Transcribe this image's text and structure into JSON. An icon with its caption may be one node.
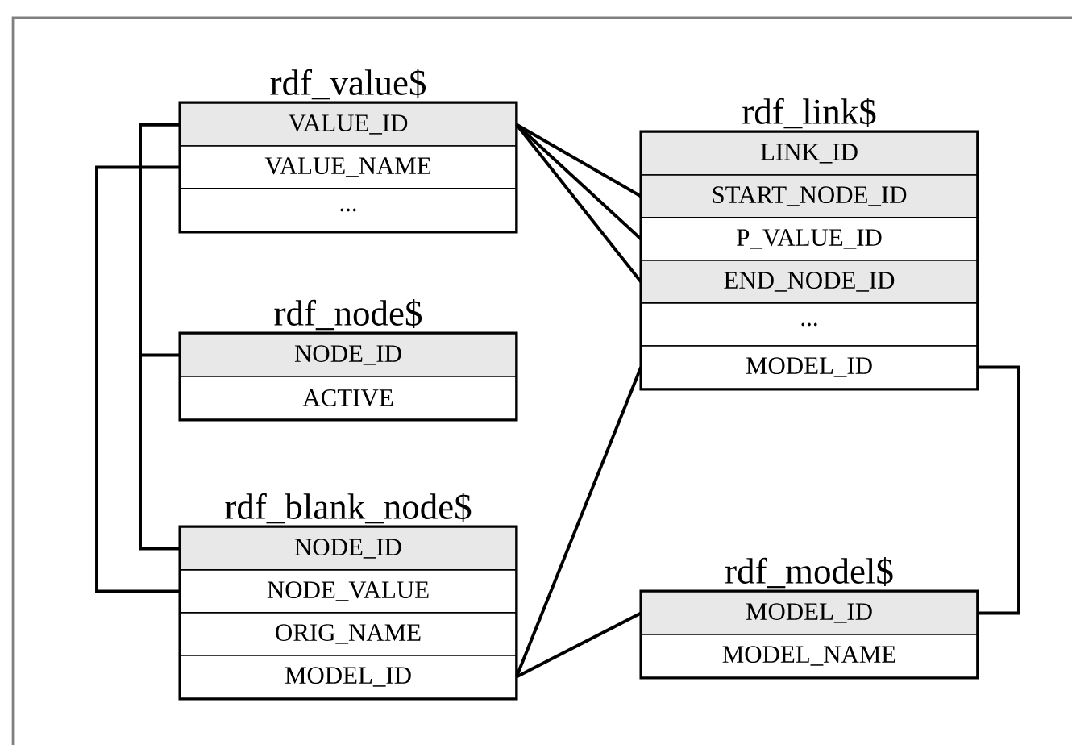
{
  "diagram": {
    "nodes": [
      {
        "text": [
          "rdf_value$"
        ]
      },
      {
        "text": [
          "VALUE_ID"
        ],
        "in": 0
      },
      {
        "text": [
          "VALUE_NAME"
        ],
        "in": 0
      },
      {
        "text": [
          "..."
        ],
        "in": 0
      },
      {
        "text": [
          "rdf_link$"
        ]
      },
      {
        "text": [
          "LINK_ID"
        ],
        "in": 4
      },
      {
        "text": [
          "START_NODE_ID"
        ],
        "in": 4
      },
      {
        "text": [
          "P_VALUE_ID"
        ],
        "in": 4
      },
      {
        "text": [
          "END_NODE_ID"
        ],
        "in": 4
      },
      {
        "text": [
          "..."
        ],
        "in": 4
      },
      {
        "text": [
          "MODEL_ID"
        ],
        "in": 4
      },
      {
        "text": [
          "rdf_node$"
        ]
      },
      {
        "text": [
          "NODE_ID"
        ],
        "in": 11
      },
      {
        "text": [
          "ACTIVE"
        ],
        "in": 11
      },
      {
        "text": [
          "rdf_blank_node$"
        ]
      },
      {
        "text": [
          "NODE_ID"
        ],
        "in": 14
      },
      {
        "text": [
          "NODE_VALUE"
        ],
        "in": 14
      },
      {
        "text": [
          "ORIG_NAME"
        ],
        "in": 14
      },
      {
        "text": [
          "MODEL_ID"
        ],
        "in": 14
      },
      {
        "text": [
          "rdf_model$"
        ]
      },
      {
        "text": [
          "MODEL_ID"
        ],
        "in": 19
      },
      {
        "text": [
          "MODEL_NAME"
        ],
        "in": 19
      }
    ],
    "edges": [
      {
        "from": 1,
        "to": 12,
        "arrow": "none"
      },
      {
        "from": 1,
        "to": 15,
        "arrow": "none"
      },
      {
        "from": 2,
        "to": 16,
        "arrow": "none"
      },
      {
        "from": 1,
        "to": 6,
        "arrow": "none"
      },
      {
        "from": 1,
        "to": 7,
        "arrow": "none"
      },
      {
        "from": 1,
        "to": 8,
        "arrow": "none"
      },
      {
        "from": 18,
        "to": 10,
        "arrow": "none"
      },
      {
        "from": 18,
        "to": 20,
        "arrow": "none"
      },
      {
        "from": 10,
        "to": 20,
        "arrow": "none"
      }
    ]
  }
}
